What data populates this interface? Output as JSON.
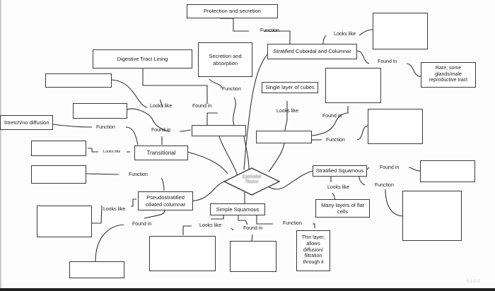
{
  "diagram": {
    "center": {
      "title_line1": "Epithelial",
      "title_line2": "Tissue"
    },
    "nodes": {
      "protection_secretion": "Protection and secretion",
      "stratified_cuboidal_columnar": "Stratified Cuboidal and Columnar",
      "rare_glands": "Rare; some glands/male reproductive tract",
      "digestive_tract_lining": "Digestive Tract Lining",
      "secretion_absorption": "Secretion and absorption",
      "single_layer_cubes": "Single layer of cubes",
      "stretch_no_diffusion": "Stretch/no diffusion",
      "transitional": "Transitional",
      "stratified_squamous": "Stratified Squamous",
      "many_layers_flat": "Many layers of flat cells",
      "pseudostratified": "Pseudostratified ciliated columnar",
      "simple_squamous": "Simple Squamous",
      "thin_layer": "Thin layer; allows diffusion/ filtration through it",
      "blank": ""
    },
    "labels": {
      "function": "Function",
      "looks_like": "Looks like",
      "found_in": "Found in"
    },
    "watermark": "0.1.0.0"
  }
}
